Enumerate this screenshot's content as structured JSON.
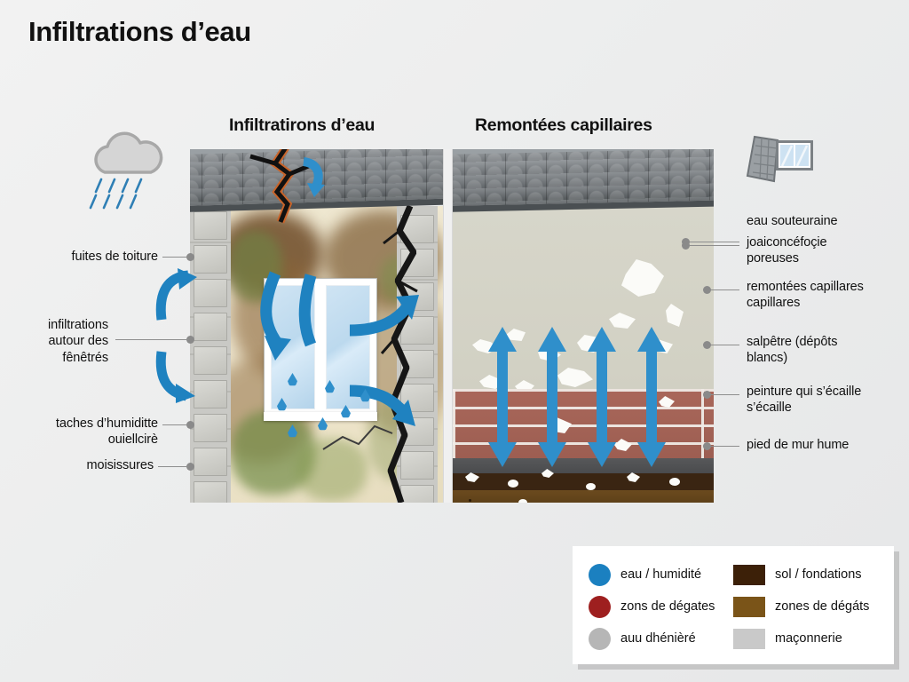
{
  "page": {
    "title": "Infiltrations d’eau"
  },
  "panels": {
    "left_heading": "Infiltratirons d’eau",
    "right_heading": "Remontées capillaires"
  },
  "left_labels": [
    {
      "text": "fuites de toiture"
    },
    {
      "text": "infiltrations\nautour des\nfênêtrés"
    },
    {
      "text": "taches d’humiditte\nouiellcirè"
    },
    {
      "text": "moisissures"
    }
  ],
  "right_labels": [
    {
      "text": "eau souteuraine"
    },
    {
      "text": "joaiconcéfoçie\nporeuses"
    },
    {
      "text": "remontées capillares\ncapillares"
    },
    {
      "text": "salpêtre (dépôts\nblancs)"
    },
    {
      "text": "peinture qui s’écaille\ns’écaille"
    },
    {
      "text": "pied de mur hume"
    }
  ],
  "icons": {
    "rain_cloud": "rain-cloud-icon",
    "roof_window": "roof-window-icon"
  },
  "legend": {
    "items": [
      {
        "shape": "circle",
        "color": "#1b80c0",
        "label": "eau / humidité"
      },
      {
        "shape": "rect",
        "color": "#3c2008",
        "label": "sol / fondations"
      },
      {
        "shape": "circle",
        "color": "#9e1f1f",
        "label": "zons de dégates"
      },
      {
        "shape": "rect",
        "color": "#7a5418",
        "label": "zones de dégáts"
      },
      {
        "shape": "circle",
        "color": "#b6b6b6",
        "label": "auu dhénièré"
      },
      {
        "shape": "rect",
        "color": "#c9c9c9",
        "label": "maçonnerie"
      }
    ]
  },
  "colors": {
    "water_blue": "#2f8fcb",
    "arrow_blue": "#1f82c0",
    "background": "#eceded",
    "leader_gray": "#8a8a8a"
  }
}
